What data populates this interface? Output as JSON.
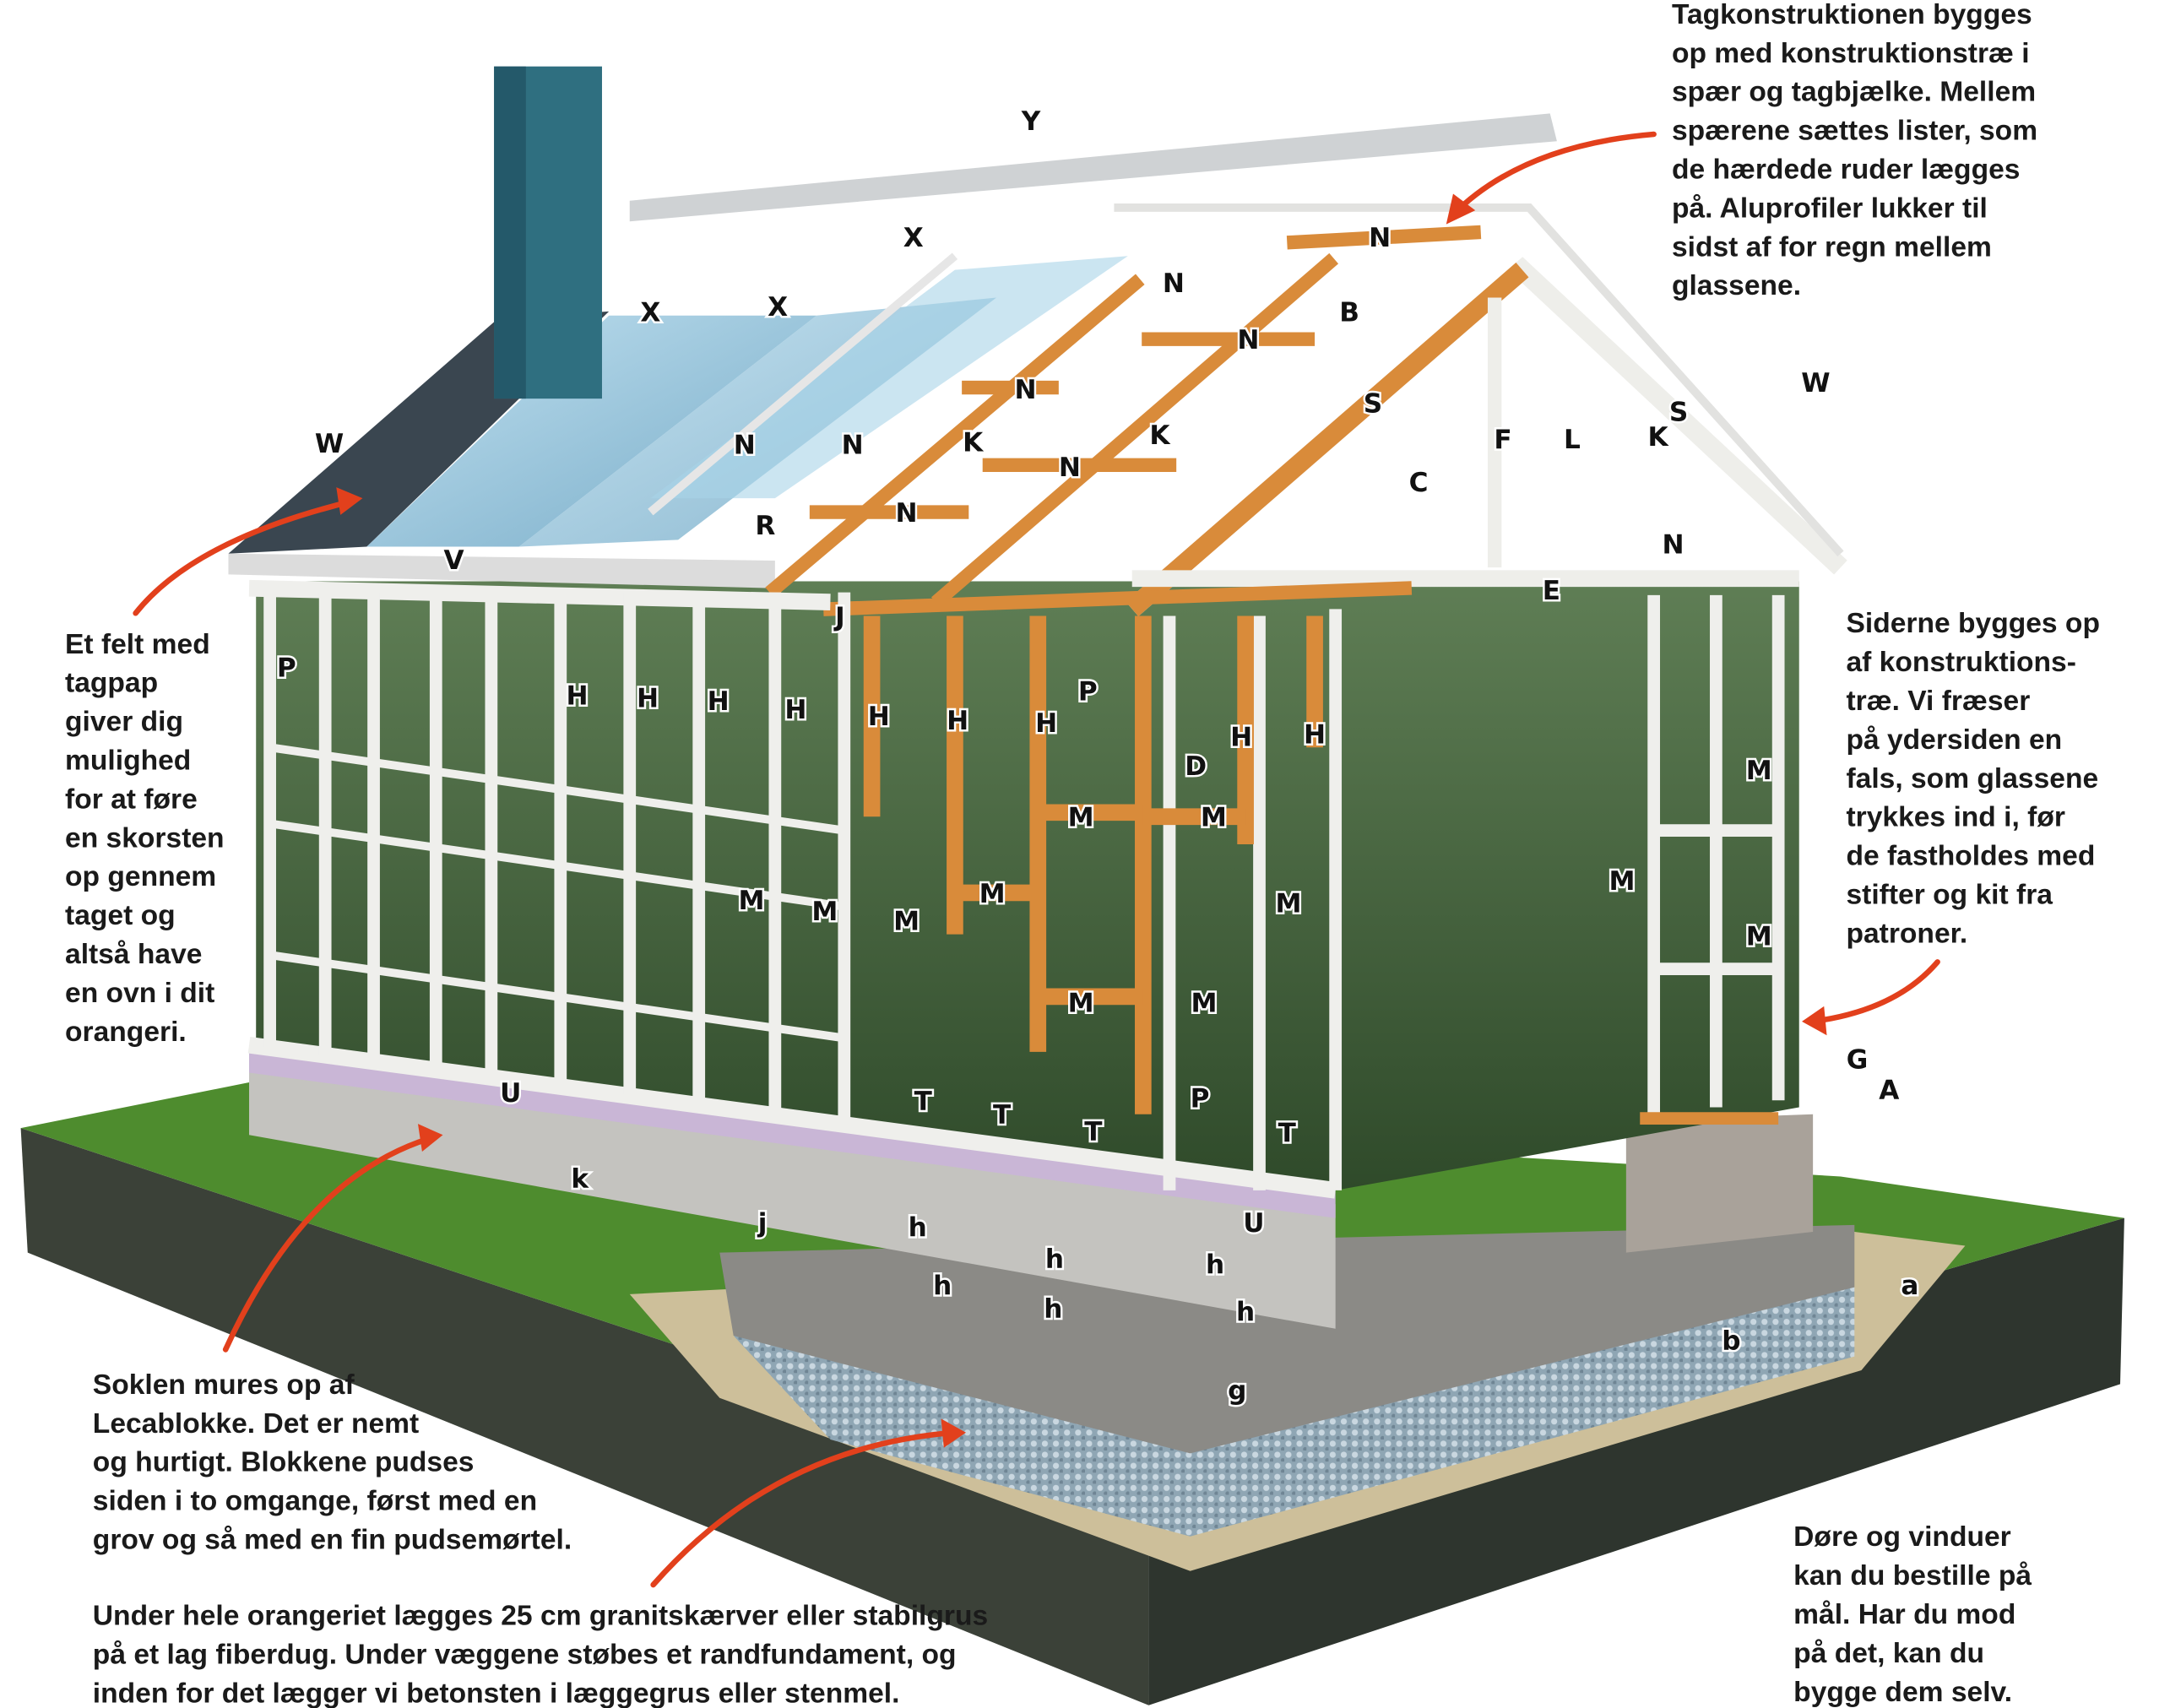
{
  "captions": {
    "roof": [
      "Tagkonstruktionen bygges",
      "op med konstruktionstræ i",
      "spær og tagbjælke. Mellem",
      "spærene sættes lister, som",
      "de hærdede ruder lægges",
      "på. Aluprofiler lukker til",
      "sidst af for regn mellem",
      "glassene."
    ],
    "chimney": [
      "Et felt med",
      "tagpap",
      "giver dig",
      "mulighed",
      "for at føre",
      "en skorsten",
      "op gennem",
      "taget og",
      "altså have",
      "en ovn i dit",
      "orangeri."
    ],
    "sides": [
      "Siderne bygges op",
      "af konstruktions-",
      "træ. Vi fræser",
      "på ydersiden en",
      "fals, som glassene",
      "trykkes ind i, før",
      "de fastholdes med",
      "stifter og kit fra",
      "patroner."
    ],
    "plinth": [
      "Soklen mures op af",
      "Lecablokke. Det er nemt",
      "og hurtigt. Blokkene pudses",
      "siden i to omgange, først med en",
      "grov og så med en fin pudsemørtel."
    ],
    "foundation": [
      "Under hele orangeriet lægges 25 cm granitskærver eller stabilgrus",
      "på et lag fiberdug. Under væggene støbes et randfundament, og",
      "inden for det lægger vi betonsten i læggegrus eller stenmel."
    ],
    "doors": [
      "Døre og vinduer",
      "kan du bestille på",
      "mål. Har du mod",
      "på det, kan du",
      "bygge dem selv."
    ]
  },
  "labels": [
    "Y",
    "X",
    "X",
    "X",
    "N",
    "N",
    "B",
    "N",
    "W",
    "N",
    "S",
    "S",
    "W",
    "N",
    "N",
    "K",
    "K",
    "F",
    "L",
    "K",
    "C",
    "N",
    "N",
    "N",
    "R",
    "V",
    "E",
    "J",
    "P",
    "H",
    "H",
    "H",
    "H",
    "H",
    "H",
    "H",
    "P",
    "H",
    "H",
    "D",
    "M",
    "M",
    "M",
    "M",
    "M",
    "M",
    "M",
    "M",
    "M",
    "M",
    "M",
    "M",
    "G",
    "A",
    "U",
    "P",
    "T",
    "T",
    "T",
    "T",
    "k",
    "U",
    "j",
    "h",
    "h",
    "h",
    "h",
    "h",
    "h",
    "a",
    "b",
    "g"
  ],
  "colors": {
    "arrow": "#e2401c",
    "timber": "#d98b3a",
    "frame": "#f1f1ee",
    "grass": "#4e8c2e",
    "soil": "#3a3f36",
    "glass": "#8fc3dc",
    "chimney": "#2f6f80"
  }
}
